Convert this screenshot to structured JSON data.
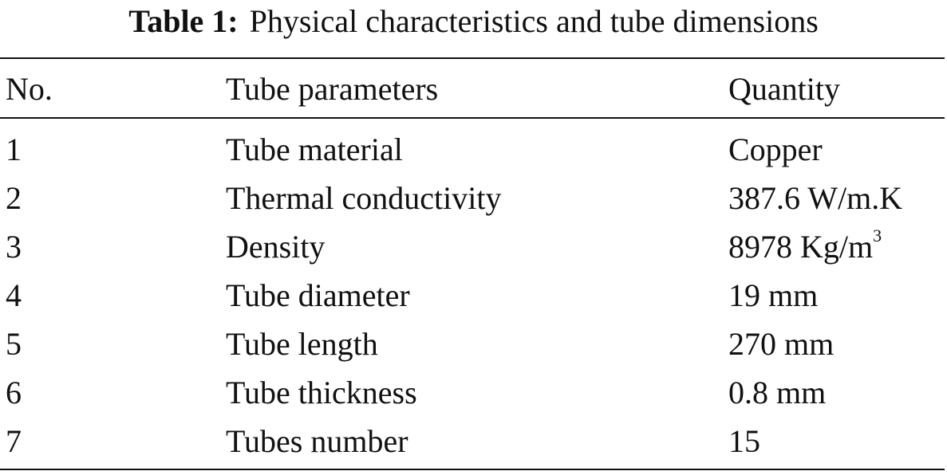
{
  "caption": {
    "label": "Table 1:",
    "text": "Physical characteristics and tube dimensions"
  },
  "table": {
    "headers": {
      "no": "No.",
      "param": "Tube parameters",
      "qty": "Quantity"
    },
    "rows": [
      {
        "no": "1",
        "param": "Tube material",
        "qty": "Copper",
        "sup": ""
      },
      {
        "no": "2",
        "param": "Thermal conductivity",
        "qty": "387.6 W/m.K",
        "sup": ""
      },
      {
        "no": "3",
        "param": "Density",
        "qty": "8978 Kg/m",
        "sup": "3"
      },
      {
        "no": "4",
        "param": "Tube diameter",
        "qty": "19 mm",
        "sup": ""
      },
      {
        "no": "5",
        "param": "Tube length",
        "qty": "270 mm",
        "sup": ""
      },
      {
        "no": "6",
        "param": "Tube thickness",
        "qty": "0.8 mm",
        "sup": ""
      },
      {
        "no": "7",
        "param": "Tubes number",
        "qty": "15",
        "sup": ""
      }
    ]
  }
}
